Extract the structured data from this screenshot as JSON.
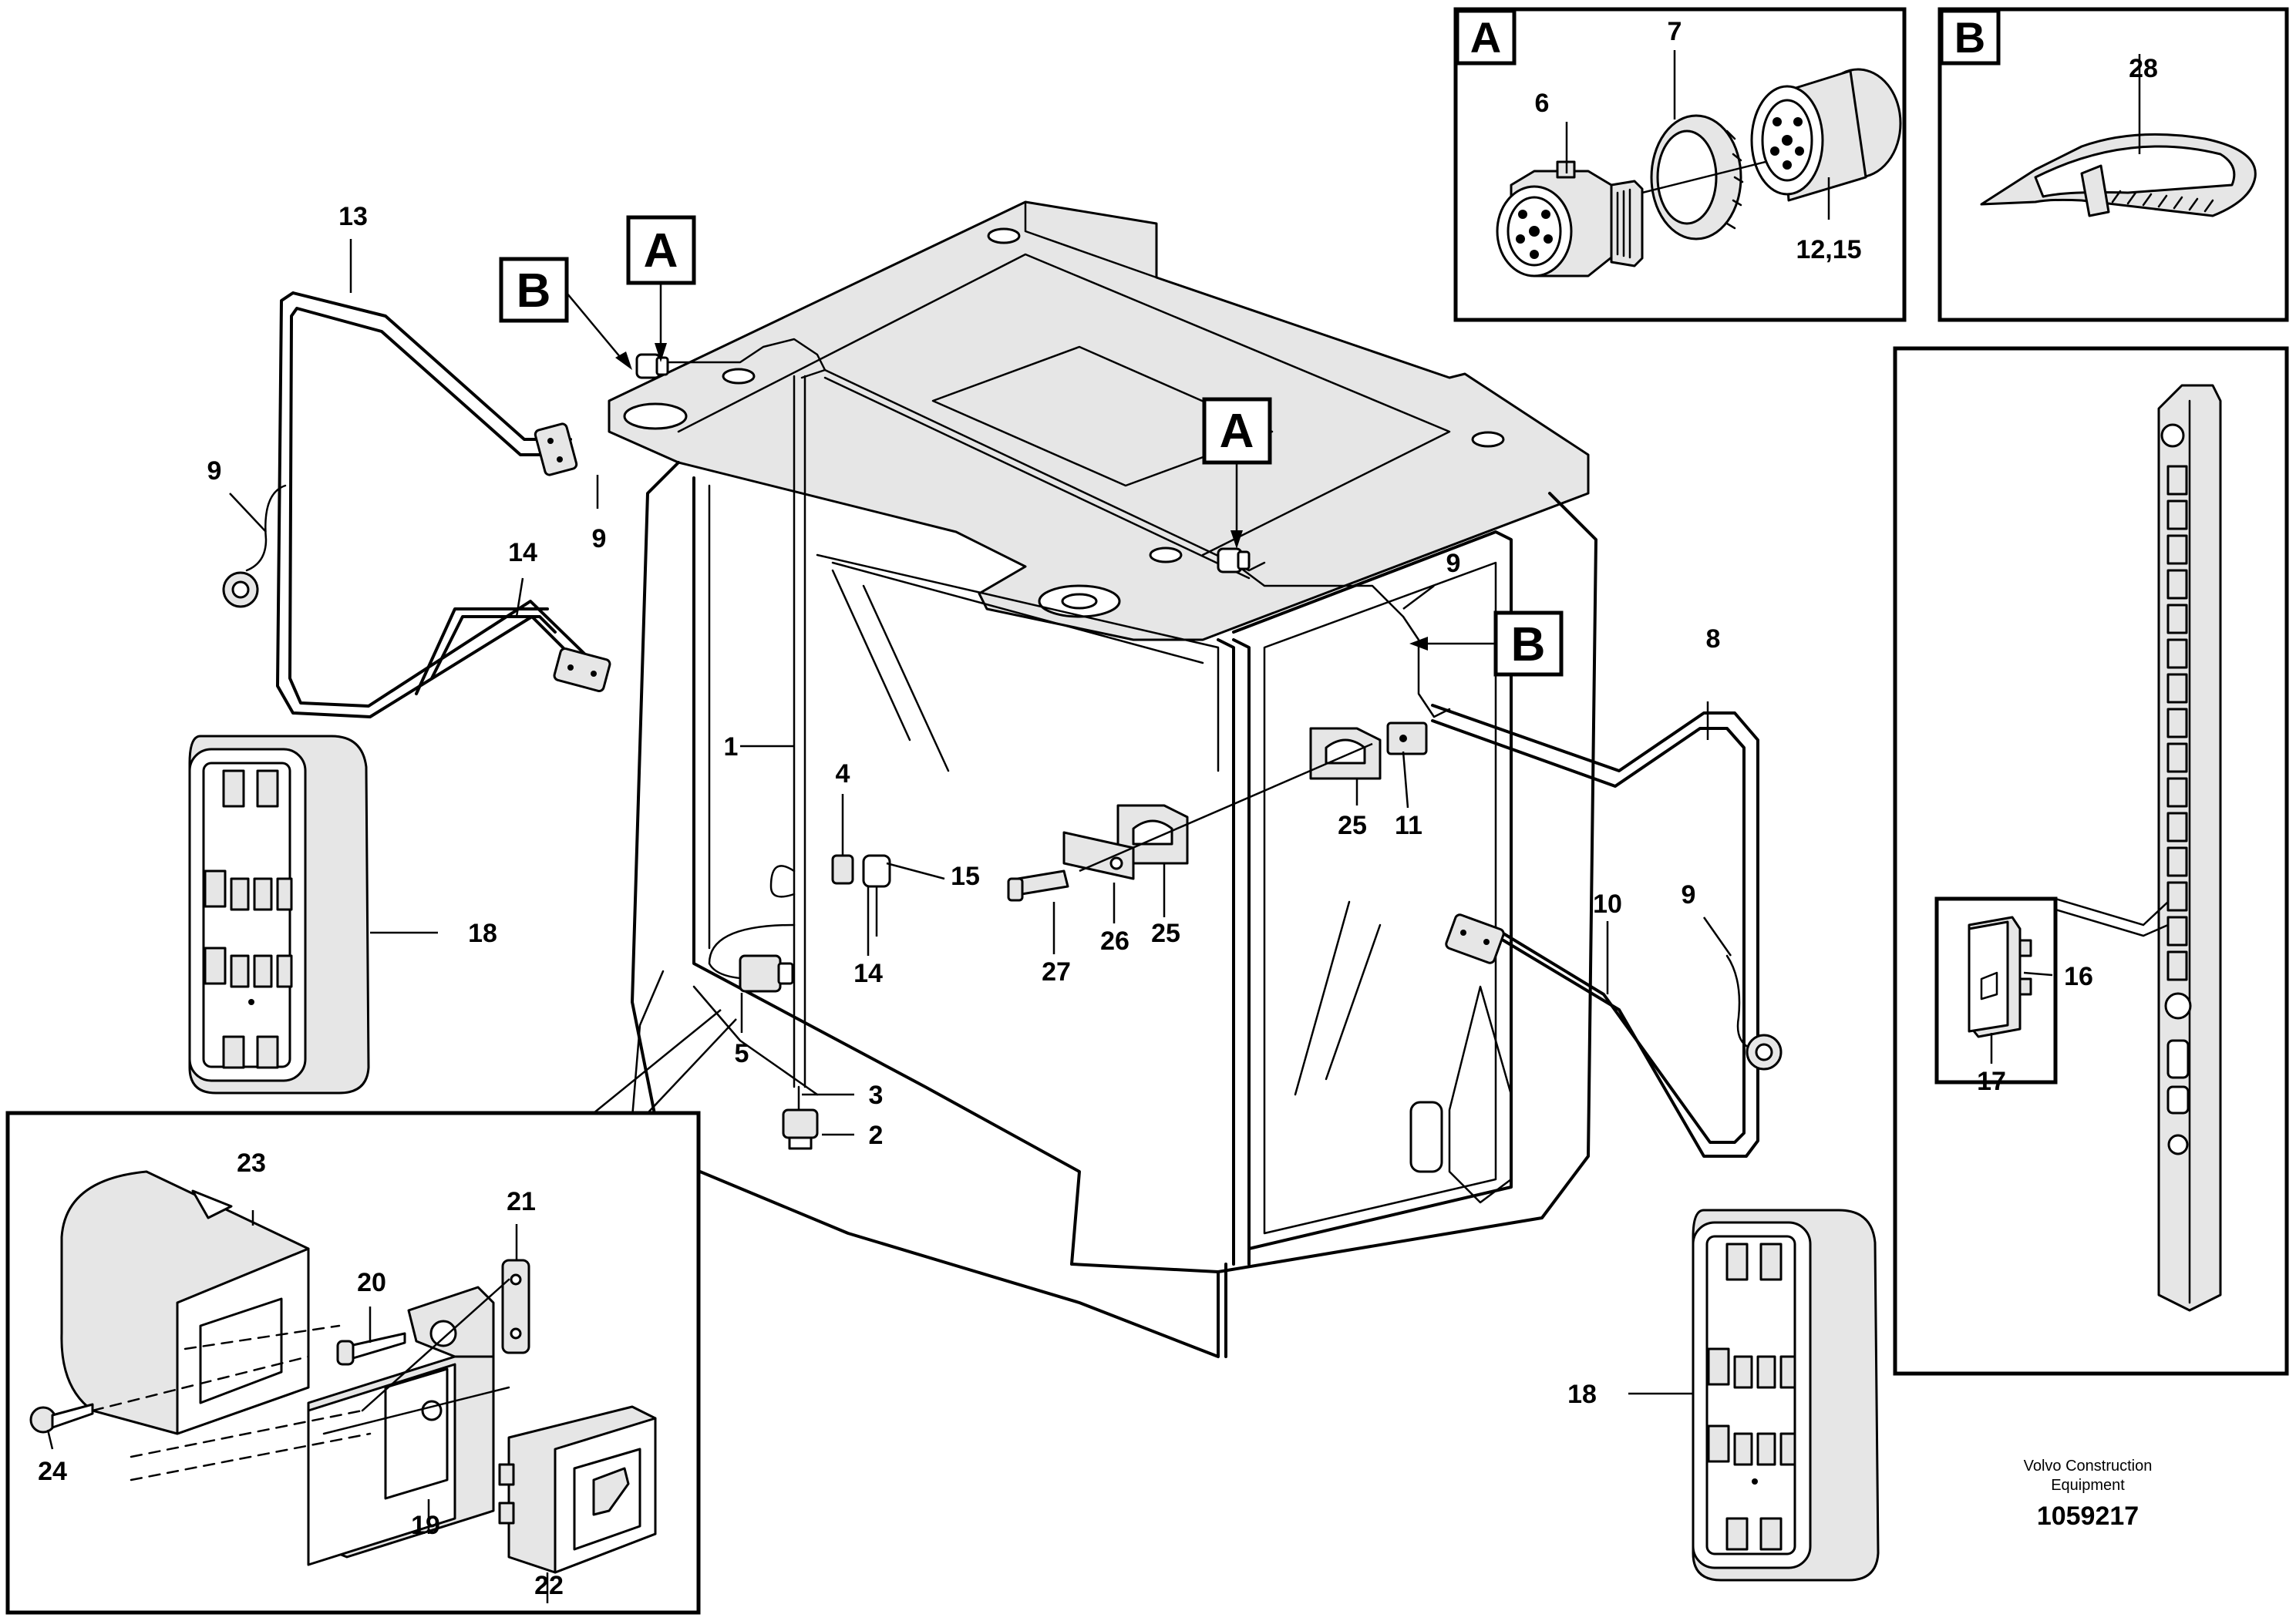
{
  "document": {
    "credit_line1": "Volvo Construction",
    "credit_line2": "Equipment",
    "number": "1059217"
  },
  "callouts": {
    "A": "A",
    "B": "B"
  },
  "insets": {
    "A": {
      "tag": "A"
    },
    "B": {
      "tag": "B"
    }
  },
  "labels": {
    "p1": "1",
    "p2": "2",
    "p3": "3",
    "p4": "4",
    "p5": "5",
    "p6": "6",
    "p7": "7",
    "p8": "8",
    "p9a": "9",
    "p9b": "9",
    "p9c": "9",
    "p9d": "9",
    "p10": "10",
    "p11": "11",
    "p12_15": "12,15",
    "p13": "13",
    "p14a": "14",
    "p14b": "14",
    "p15": "15",
    "p16": "16",
    "p17": "17",
    "p18a": "18",
    "p18b": "18",
    "p19": "19",
    "p20": "20",
    "p21": "21",
    "p22": "22",
    "p23": "23",
    "p24": "24",
    "p25a": "25",
    "p25b": "25",
    "p26": "26",
    "p27": "27",
    "p28": "28"
  }
}
